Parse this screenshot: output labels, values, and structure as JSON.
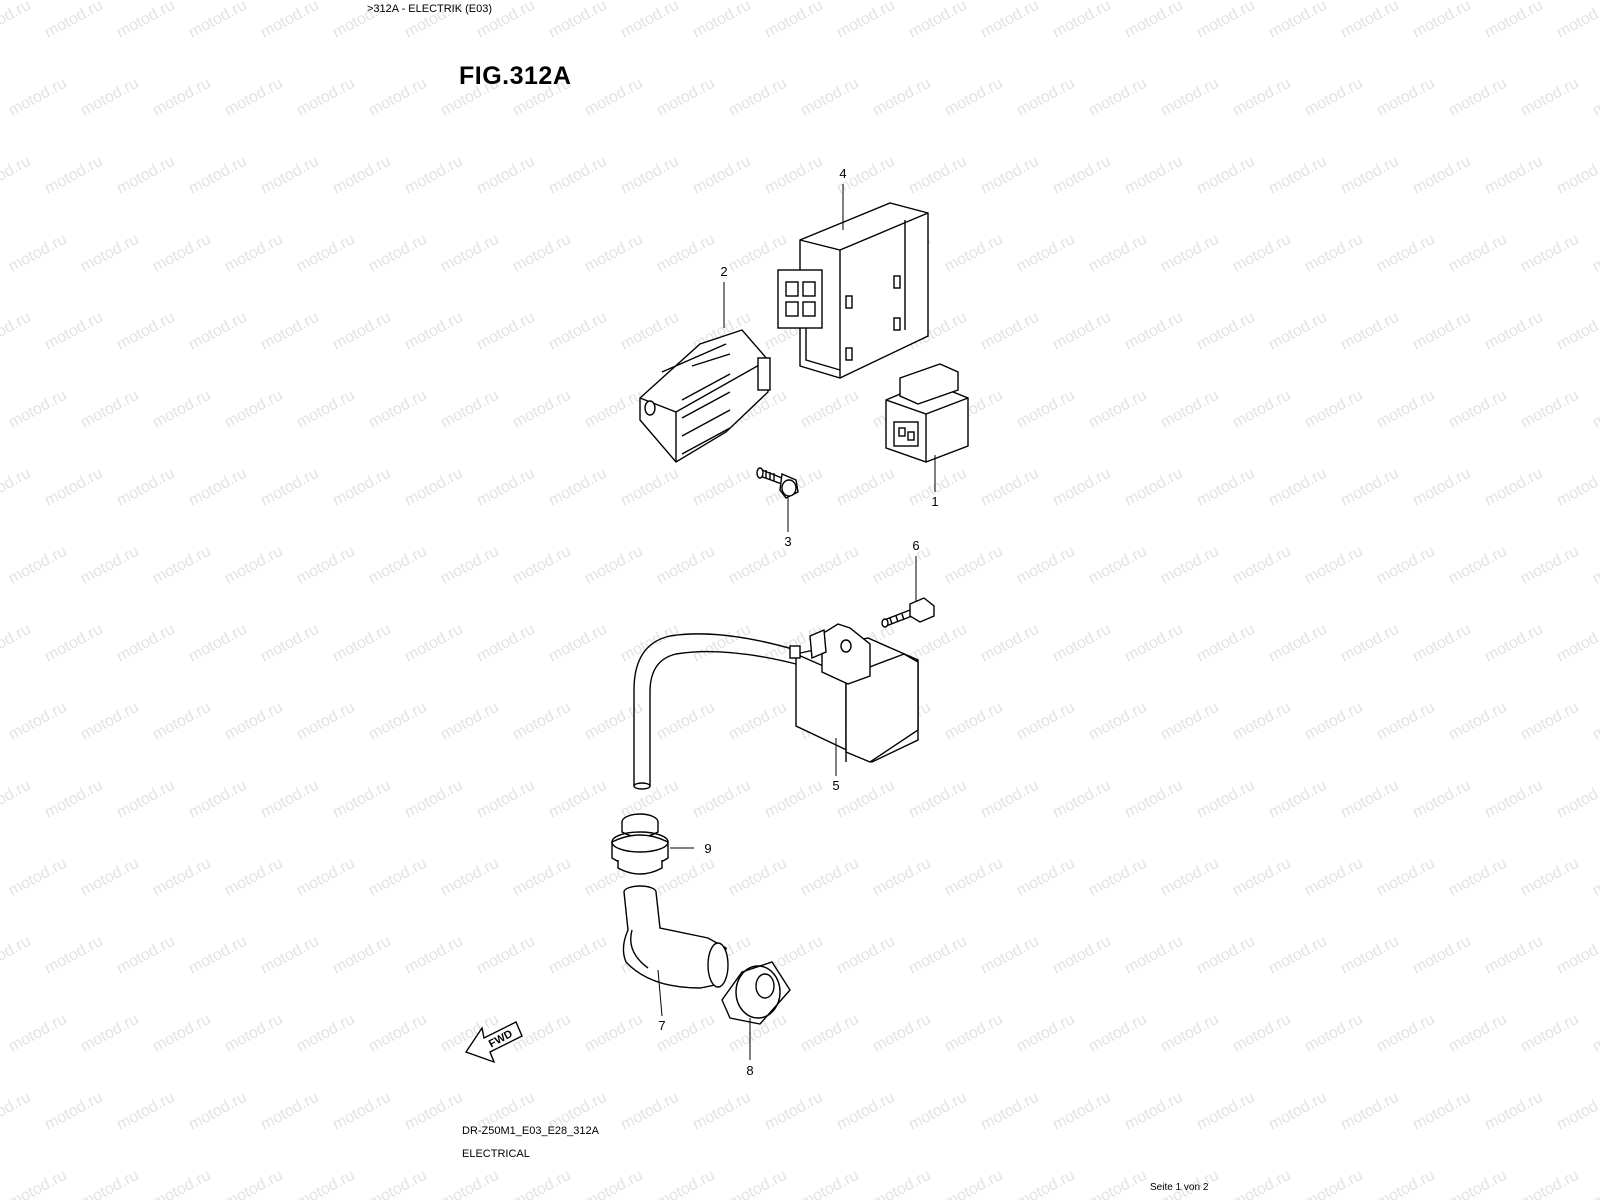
{
  "header": {
    "breadcrumb": ">312A - ELECTRIK (E03)",
    "figure_title": "FIG.312A"
  },
  "watermark": "motod.ru",
  "callouts": [
    {
      "id": "1",
      "label": "1"
    },
    {
      "id": "2",
      "label": "2"
    },
    {
      "id": "3",
      "label": "3"
    },
    {
      "id": "4",
      "label": "4"
    },
    {
      "id": "5",
      "label": "5"
    },
    {
      "id": "6",
      "label": "6"
    },
    {
      "id": "7",
      "label": "7"
    },
    {
      "id": "8",
      "label": "8"
    },
    {
      "id": "9",
      "label": "9"
    }
  ],
  "fwd_label": "FWD",
  "footer": {
    "model_code": "DR-Z50M1_E03_E28_312A",
    "section_name": "ELECTRICAL",
    "page_indicator": "Seite 1 von 2"
  },
  "colors": {
    "line": "#000000",
    "background": "#ffffff",
    "watermark": "#e3e3e3"
  }
}
